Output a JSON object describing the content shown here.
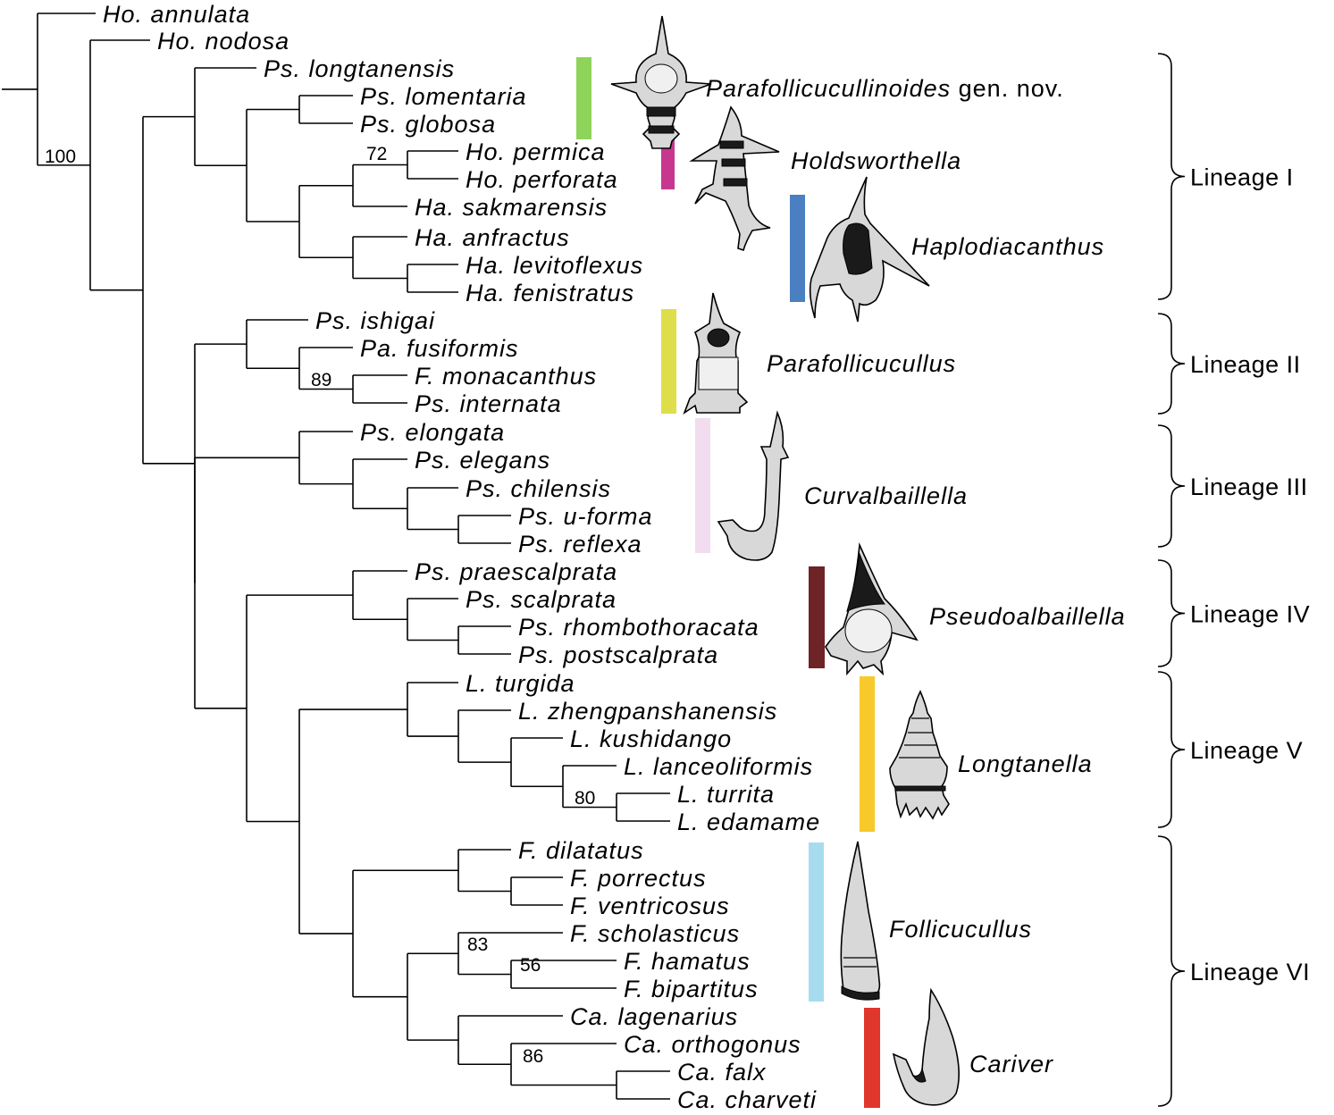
{
  "taxa": [
    "Ho. annulata",
    "Ho. nodosa",
    "Ps. longtanensis",
    "Ps. lomentaria",
    "Ps. globosa",
    "Ho. permica",
    "Ho. perforata",
    "Ha. sakmarensis",
    "Ha. anfractus",
    "Ha. levitoflexus",
    "Ha. fenistratus",
    "Ps. ishigai",
    "Pa. fusiformis",
    "F. monacanthus",
    "Ps. internata",
    "Ps. elongata",
    "Ps. elegans",
    "Ps. chilensis",
    "Ps. u-forma",
    "Ps. reflexa",
    "Ps. praescalprata",
    "Ps. scalprata",
    "Ps. rhombothoracata",
    "Ps. postscalprata",
    "L. turgida",
    "L. zhengpanshanensis",
    "L. kushidango",
    "L. lanceoliformis",
    "L. turrita",
    "L. edamame",
    "F. dilatatus",
    "F. porrectus",
    "F. ventricosus",
    "F. scholasticus",
    "F. hamatus",
    "F. bipartitus",
    "Ca. lagenarius",
    "Ca. orthogonus",
    "Ca. falx",
    "Ca. charveti"
  ],
  "support_values": [
    {
      "label": "100",
      "node": "ingroup"
    },
    {
      "label": "72",
      "node": "permica-perforata"
    },
    {
      "label": "89",
      "node": "monacanthus-internata"
    },
    {
      "label": "80",
      "node": "turrita-edamame"
    },
    {
      "label": "83",
      "node": "scholasticus-clade"
    },
    {
      "label": "56",
      "node": "hamatus-bipartitus"
    },
    {
      "label": "86",
      "node": "cariver-inner"
    }
  ],
  "genera": [
    {
      "name": "Parafollicucullinoides",
      "suffix": " gen. nov.",
      "color": "#8fd45a",
      "icon": "parafollicucullinoides-fossil-icon"
    },
    {
      "name": "Holdsworthella",
      "suffix": "",
      "color": "#c8378f",
      "icon": "holdsworthella-fossil-icon"
    },
    {
      "name": "Haplodiacanthus",
      "suffix": "",
      "color": "#4a7fc1",
      "icon": "haplodiacanthus-fossil-icon"
    },
    {
      "name": "Parafollicucullus",
      "suffix": "",
      "color": "#dede4a",
      "icon": "parafollicucullus-fossil-icon"
    },
    {
      "name": "Curvalbaillella",
      "suffix": "",
      "color": "#f2dcef",
      "icon": "curvalbaillella-fossil-icon"
    },
    {
      "name": "Pseudoalbaillella",
      "suffix": "",
      "color": "#6e2326",
      "icon": "pseudoalbaillella-fossil-icon"
    },
    {
      "name": "Longtanella",
      "suffix": "",
      "color": "#f7c92a",
      "icon": "longtanella-fossil-icon"
    },
    {
      "name": "Follicucullus",
      "suffix": "",
      "color": "#a6dced",
      "icon": "follicucullus-fossil-icon"
    },
    {
      "name": "Cariver",
      "suffix": "",
      "color": "#e0362c",
      "icon": "cariver-fossil-icon"
    }
  ],
  "lineages": [
    "Lineage I",
    "Lineage II",
    "Lineage III",
    "Lineage IV",
    "Lineage V",
    "Lineage VI"
  ]
}
